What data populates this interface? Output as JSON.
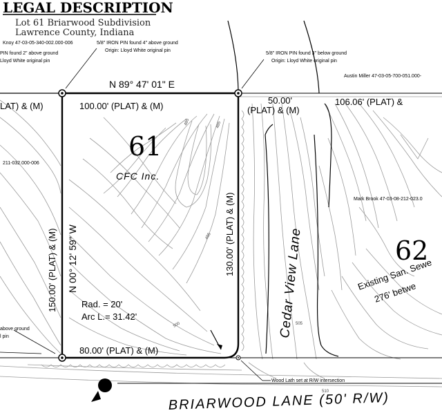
{
  "header": {
    "title": "LEGAL DESCRIPTION",
    "line1": "Lot 61 Briarwood Subdivision",
    "line2": "Lawrence County, Indiana"
  },
  "notes": {
    "knoy_parcel": "Knoy 47-03-05-340-002.000-006",
    "pin_left_1": "PIN found 2\" above ground",
    "pin_left_2": "Lloyd White original pin",
    "pin_top_left_1": "5/8\" IRON PIN found 4\" above ground",
    "pin_top_left_2": "Origin: Lloyd White original pin",
    "pin_top_right_1": "5/8\" IRON PIN found 3\" below ground",
    "pin_top_right_2": "Origin: Lloyd White original pin",
    "austin_parcel": "Austin Miller 47-03-05-700-051.000-",
    "left_parcel": "211-032.000-006",
    "brook_parcel": "Mark Brook 47-03-08-212-023.0",
    "pin_bottom_left_1": "above ground",
    "pin_bottom_left_2": "l pin",
    "wood_lath": "Wood Lath set at R/W intersection"
  },
  "boundary": {
    "north_bearing": "N 89° 47' 01\" E",
    "north_distance": "100.00' (PLAT) & (M)",
    "west_bearing": "N 00° 12' 59\" W",
    "west_distance": "150.00' (PLAT) & (M)",
    "east_distance": "130.00' (PLAT) & (M)",
    "south_distance": "80.00' (PLAT) & (M)",
    "left_edge_label": "LAT) & (M)",
    "row_label_1": "50.00'",
    "row_label_2": "(PLAT) & (M)",
    "right_distance": "106.06' (PLAT) &"
  },
  "curve": {
    "radius": "Rad. = 20'",
    "arc_length": "Arc L.= 31.42'"
  },
  "lots": {
    "lot61_number": "61",
    "lot61_owner": "CFC Inc.",
    "lot62_number": "62"
  },
  "streets": {
    "cedar_view": "Cedar View Lane",
    "briarwood": "BRIARWOOD LANE (50' R/W)"
  },
  "utilities": {
    "sewer_line1": "Existing San. Sewe",
    "sewer_line2": "276' betwe"
  },
  "contours": {
    "c485a": "485",
    "c485b": "485",
    "c495": "495",
    "c500": "500",
    "c505": "505",
    "c510": "510"
  },
  "colors": {
    "ink": "#000000",
    "contour": "#9a9a9a",
    "paper": "#ffffff"
  }
}
